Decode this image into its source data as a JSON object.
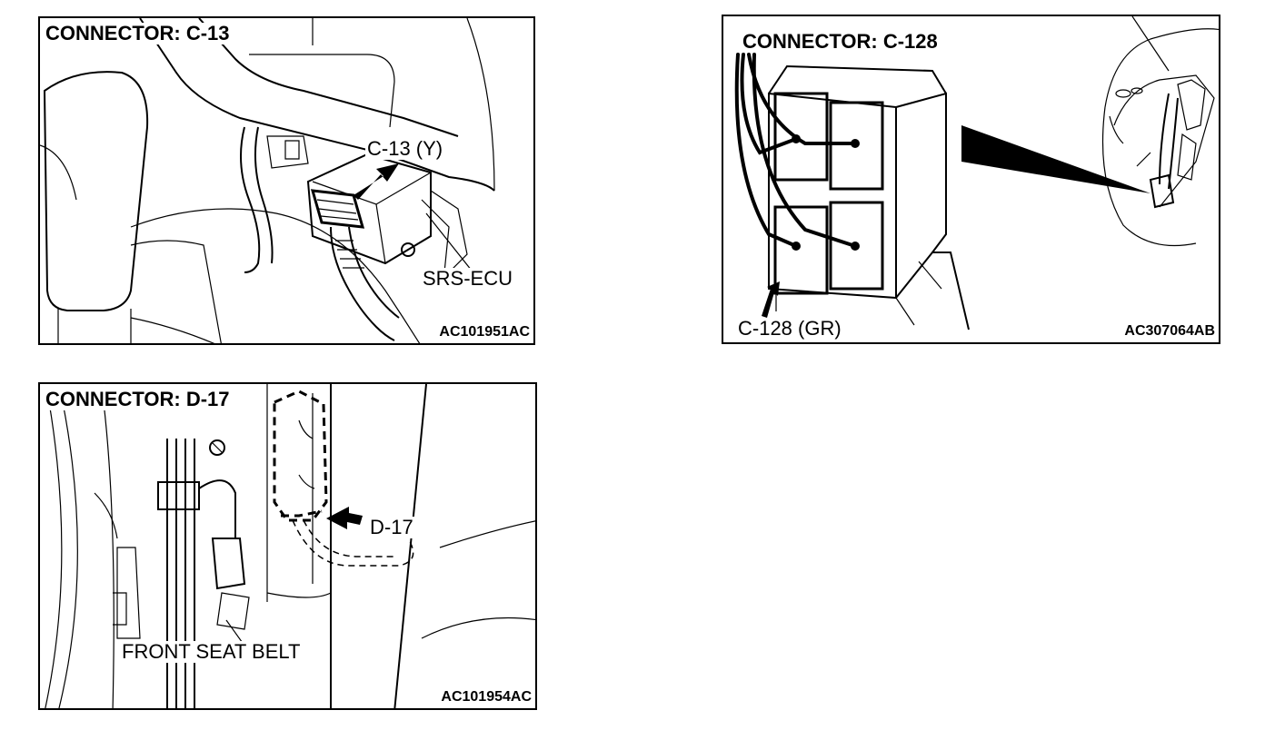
{
  "panels": {
    "c13": {
      "title": "CONNECTOR: C-13",
      "callout": "C-13 (Y)",
      "part_label": "SRS-ECU",
      "figure_code": "AC101951AC"
    },
    "c128": {
      "title": "CONNECTOR: C-128",
      "callout": "C-128 (GR)",
      "figure_code": "AC307064AB"
    },
    "d17": {
      "title": "CONNECTOR: D-17",
      "callout": "D-17",
      "part_label": "FRONT SEAT BELT",
      "figure_code": "AC101954AC"
    }
  }
}
